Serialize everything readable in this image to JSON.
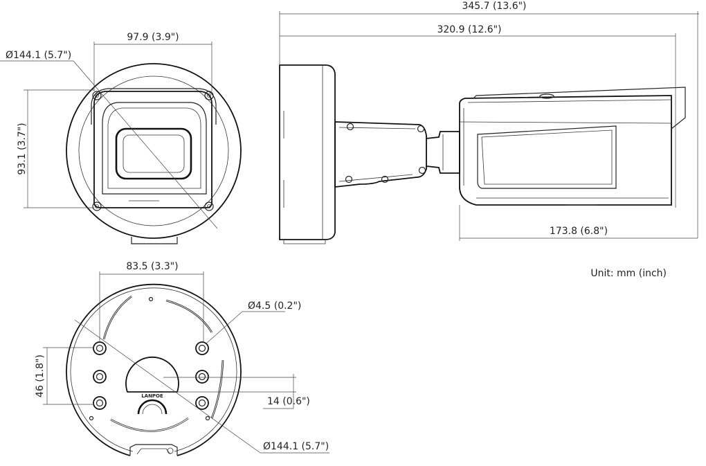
{
  "diagram": {
    "unit_note": "Unit: mm (inch)",
    "front_view": {
      "width_label": "97.9 (3.9\")",
      "diameter_label": "Ø144.1 (5.7\")",
      "height_label": "93.1 (3.7\")"
    },
    "side_view": {
      "overall_length_label": "345.7 (13.6\")",
      "housing_length_label": "320.9 (12.6\")",
      "body_length_label": "173.8 (6.8\")"
    },
    "base_view": {
      "hole_span_label": "83.5 (3.3\")",
      "hole_diameter_label": "Ø4.5 (0.2\")",
      "vertical_spacing_label": "46 (1.8\")",
      "offset_label": "14 (0.6\")",
      "base_diameter_label": "Ø144.1 (5.7\")",
      "brand_mark": "LANPOE"
    }
  }
}
